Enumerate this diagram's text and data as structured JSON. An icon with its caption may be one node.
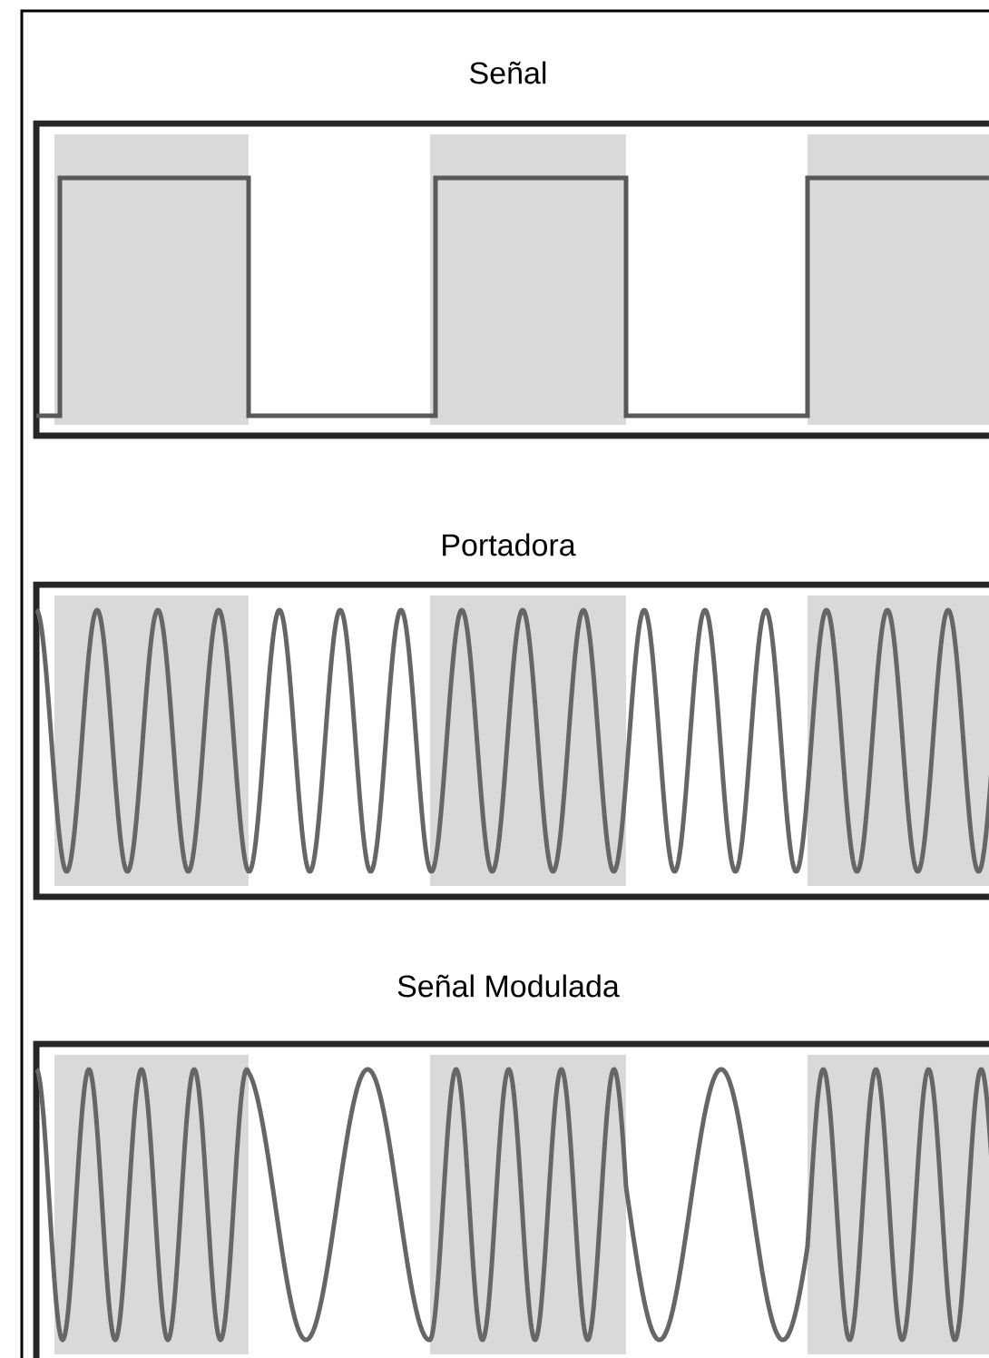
{
  "diagram": {
    "labels": [
      "Señal",
      "Portadora",
      "Señal Modulada"
    ]
  }
}
